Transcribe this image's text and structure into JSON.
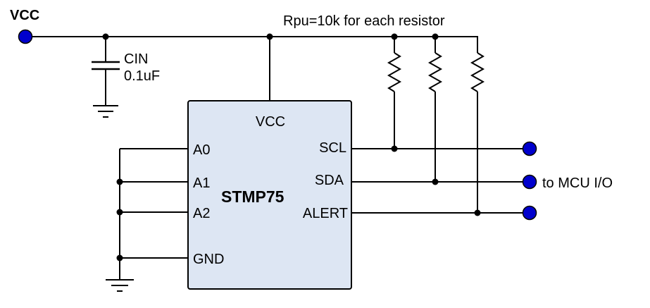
{
  "diagram": {
    "type": "circuit-schematic",
    "power": {
      "label": "VCC"
    },
    "note": {
      "pullups": "Rpu=10k for each resistor"
    },
    "capacitor": {
      "name": "CIN",
      "value": "0.1uF"
    },
    "ic": {
      "part": "STMP75",
      "pins": {
        "vcc": "VCC",
        "a0": "A0",
        "a1": "A1",
        "a2": "A2",
        "gnd": "GND",
        "scl": "SCL",
        "sda": "SDA",
        "alert": "ALERT"
      }
    },
    "output": {
      "label": "to MCU I/O"
    },
    "colors": {
      "wire": "#000000",
      "ic_fill": "#dde6f3",
      "ic_stroke": "#000000",
      "terminal_fill": "#0000cd",
      "terminal_stroke": "#000000"
    }
  }
}
